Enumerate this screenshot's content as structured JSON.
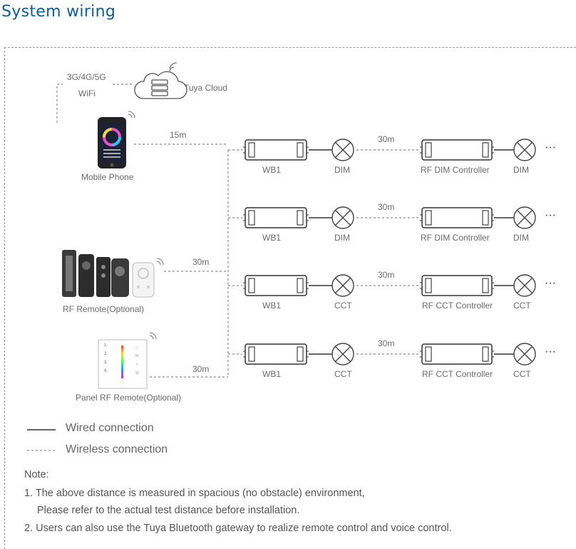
{
  "title": "System wiring",
  "network": {
    "line1": "3G/4G/5G",
    "line2": "WiFi",
    "cloud": "Tuya Cloud"
  },
  "devices": {
    "phone": "Mobile Phone",
    "rf_remote": "RF Remote(Optional)",
    "panel_remote": "Panel RF Remote(Optional)"
  },
  "distances": {
    "phone": "15m",
    "rf_remote": "30m",
    "panel": "30m"
  },
  "rows": [
    {
      "receiver": "WB1",
      "load": "DIM",
      "distance": "30m",
      "controller": "RF DIM Controller",
      "end_load": "DIM",
      "more": "···"
    },
    {
      "receiver": "WB1",
      "load": "DIM",
      "distance": "30m",
      "controller": "RF DIM Controller",
      "end_load": "DIM",
      "more": "···"
    },
    {
      "receiver": "WB1",
      "load": "CCT",
      "distance": "30m",
      "controller": "RF CCT Controller",
      "end_load": "CCT",
      "more": "···"
    },
    {
      "receiver": "WB1",
      "load": "CCT",
      "distance": "30m",
      "controller": "RF CCT Controller",
      "end_load": "CCT",
      "more": "···"
    }
  ],
  "panel_buttons": [
    "1.",
    "2.",
    "3.",
    "4."
  ],
  "legend": {
    "wired": "Wired connection",
    "wireless": "Wireless connection"
  },
  "notes": {
    "heading": "Note:",
    "n1a": "1. The above distance is measured in spacious (no obstacle) environment,",
    "n1b": "Please refer to the actual test distance before installation.",
    "n2": "2. Users can also use the Tuya Bluetooth gateway to realize remote control and voice control."
  }
}
